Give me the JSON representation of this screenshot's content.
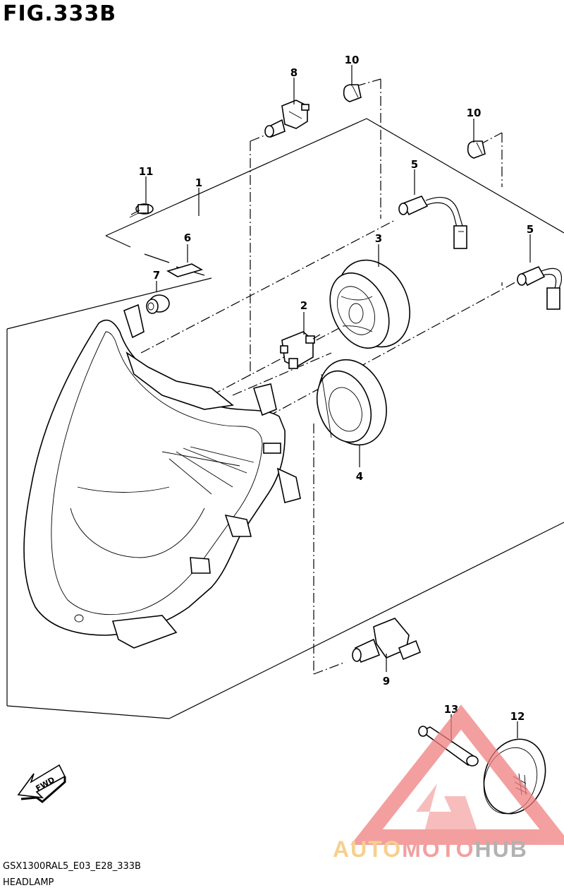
{
  "figure": {
    "title": "FIG.333B"
  },
  "footer": {
    "model_code": "GSX1300RAL5_E03_E28_333B",
    "section_name": "HEADLAMP"
  },
  "direction": {
    "label": "FWD"
  },
  "watermark": {
    "text_a": "AUTO",
    "text_b": "MOTO",
    "text_c": "HUB",
    "color_a": "#f5c06a",
    "color_b": "#f08080",
    "color_c": "#999999"
  },
  "callouts": [
    "1",
    "2",
    "3",
    "4",
    "5",
    "5",
    "6",
    "7",
    "8",
    "9",
    "10",
    "10",
    "11",
    "12",
    "13"
  ]
}
